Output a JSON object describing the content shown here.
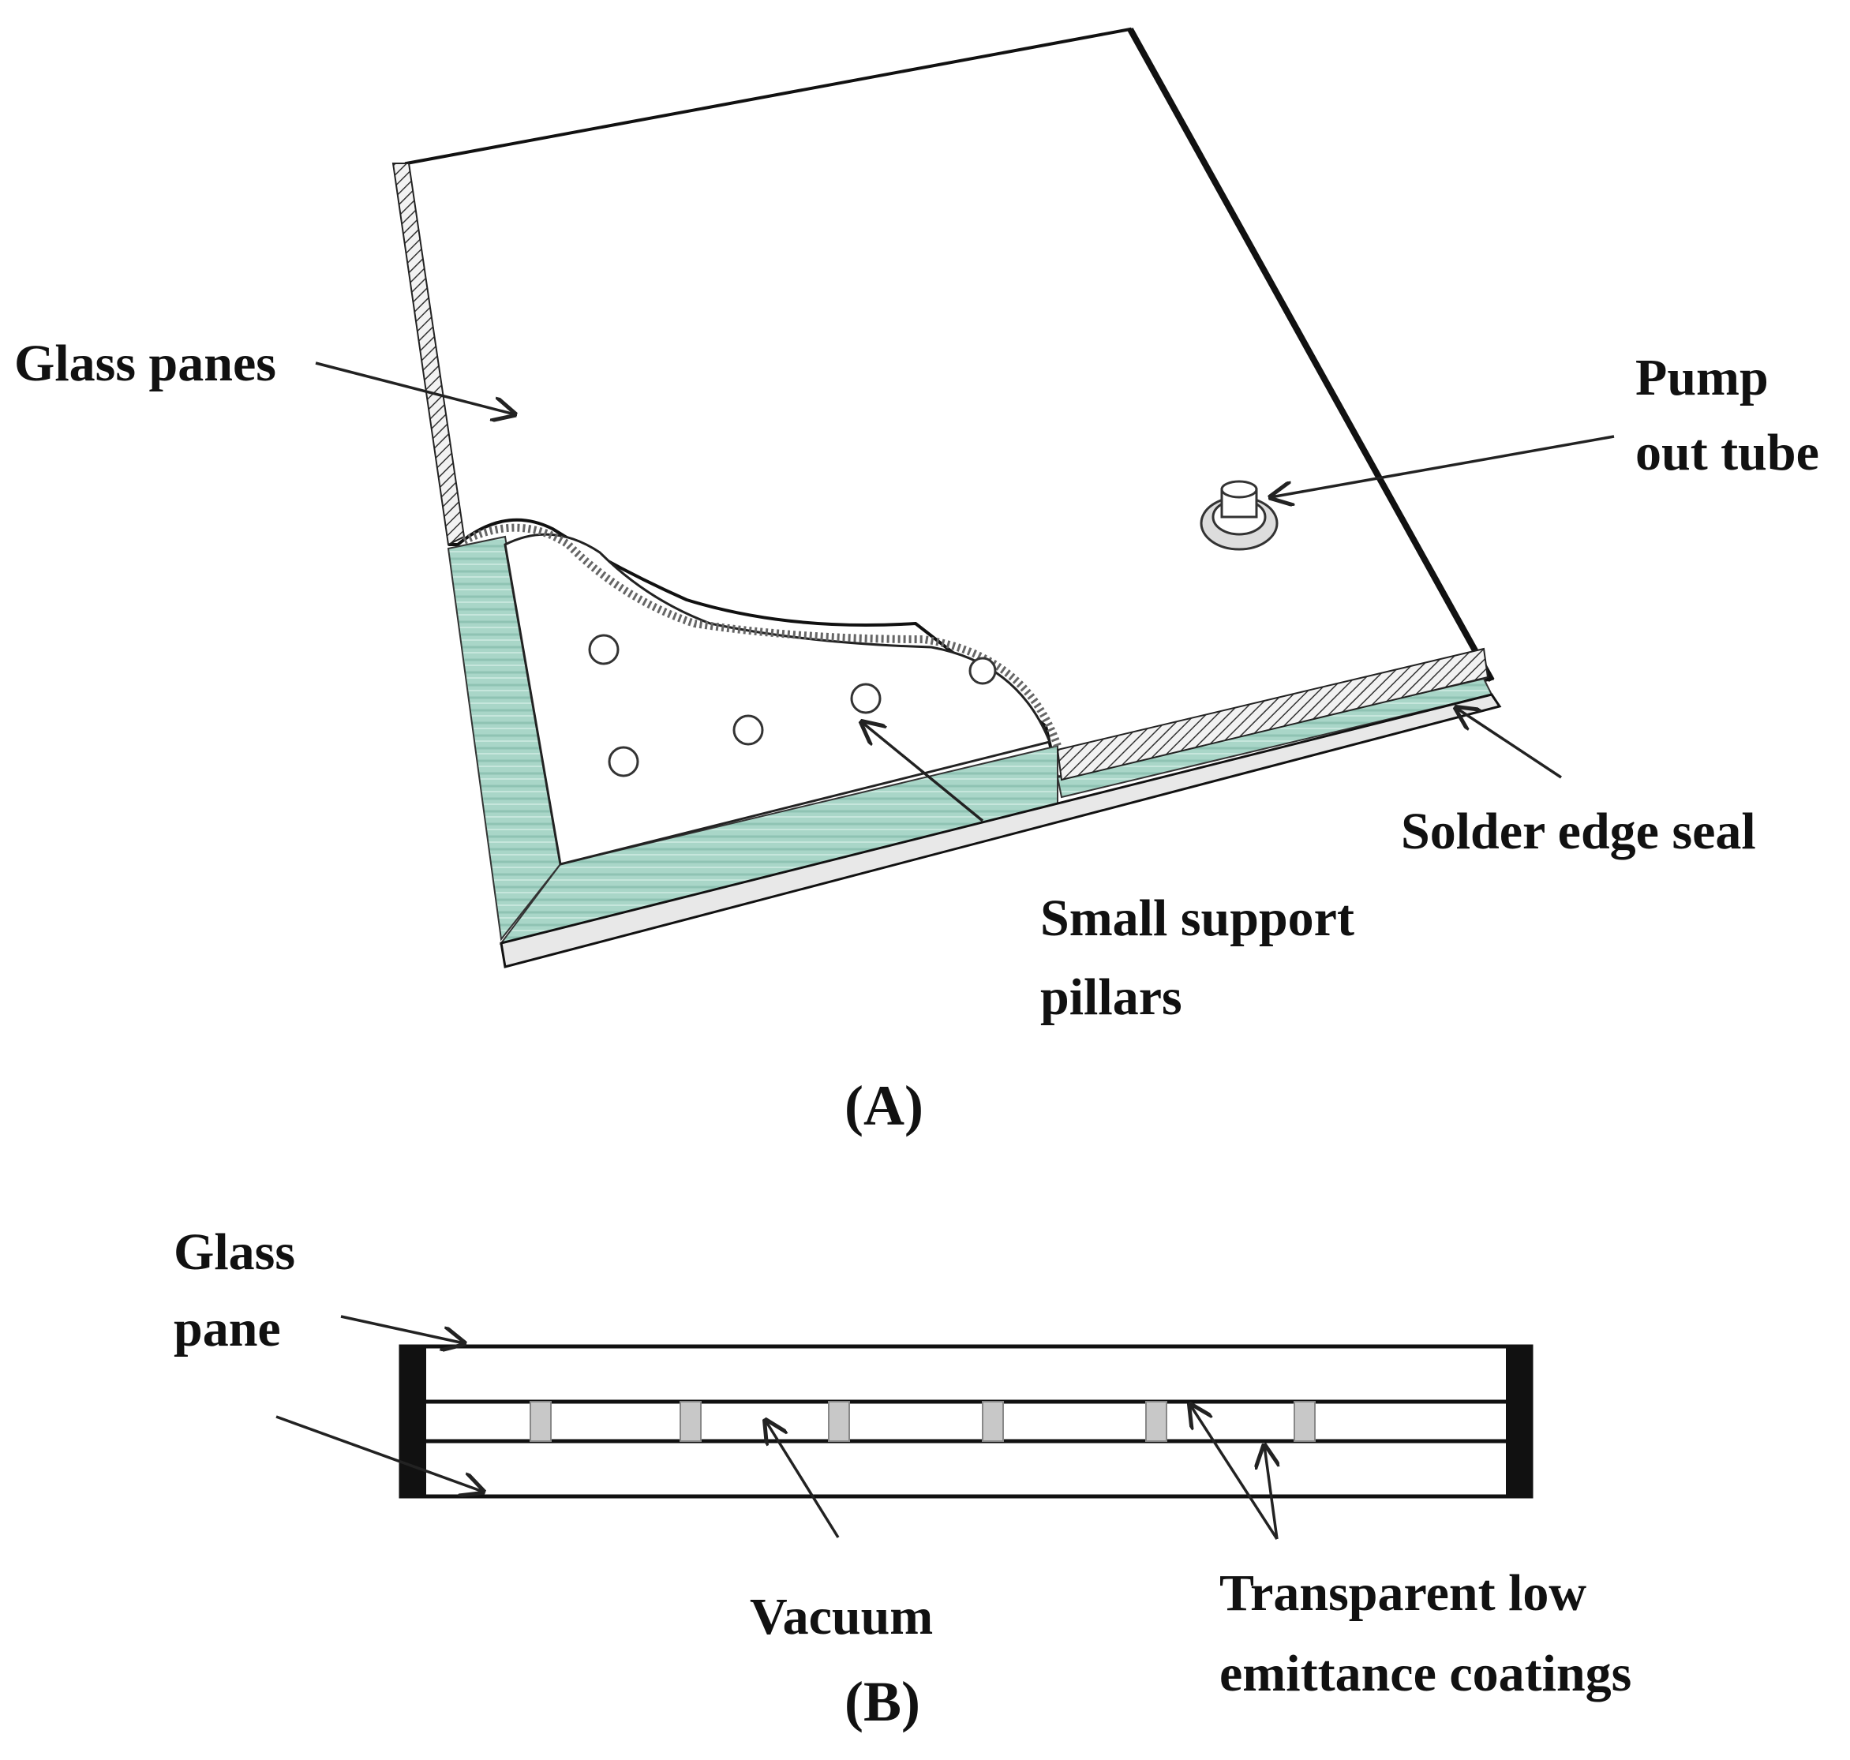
{
  "panel_a": {
    "panel_label": "(A)",
    "labels": {
      "glass_panes": "Glass panes",
      "pump_line1": "Pump",
      "pump_line2": "out tube",
      "solder_edge_seal": "Solder edge seal",
      "pillars_line1": "Small support",
      "pillars_line2": "pillars"
    }
  },
  "panel_b": {
    "panel_label": "(B)",
    "labels": {
      "glass_line1": "Glass",
      "glass_line2": "pane",
      "vacuum": "Vacuum",
      "coatings_line1": "Transparent low",
      "coatings_line2": "emittance coatings"
    }
  },
  "colors": {
    "green_edge": "#a9d6c8",
    "pillar_gray": "#c8c8c8",
    "line": "#111111"
  }
}
